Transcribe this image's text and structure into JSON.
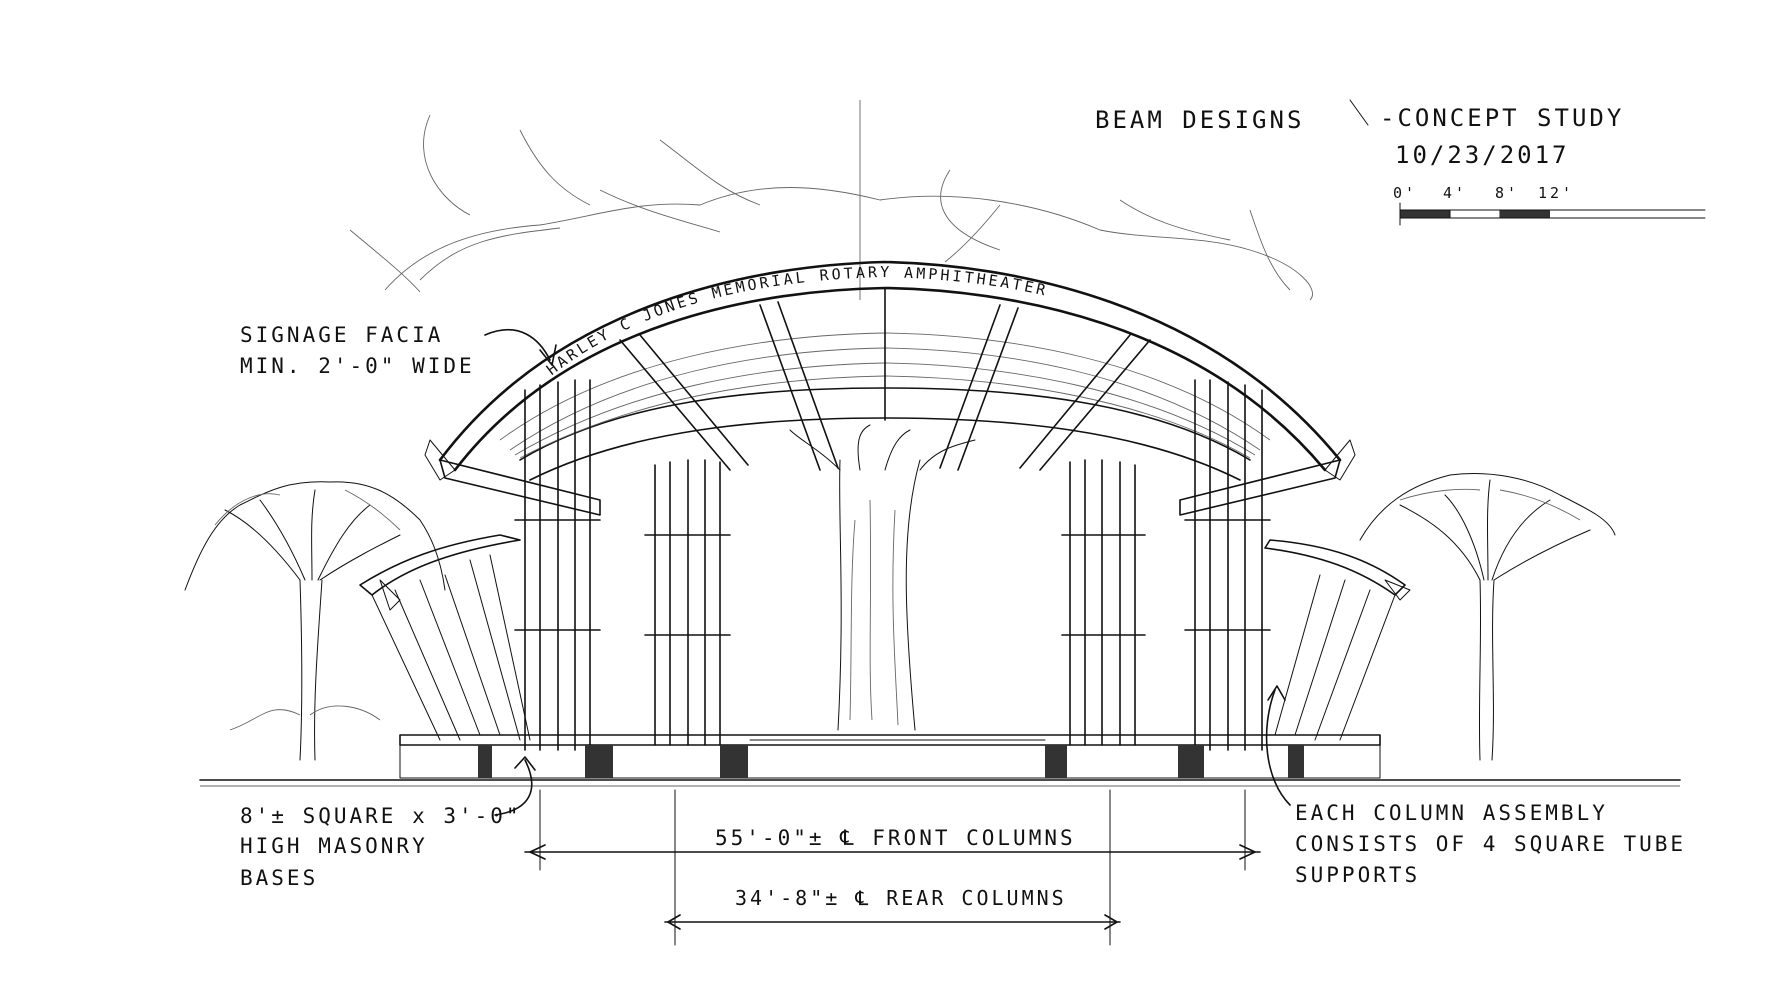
{
  "header": {
    "title": "BEAM DESIGNS",
    "subtitle": "-CONCEPT STUDY",
    "date": "10/23/2017"
  },
  "scale_bar": {
    "labels": [
      "0'",
      "4'",
      "8'",
      "12'"
    ]
  },
  "fascia_sign": "HARLEY C JONES MEMORIAL ROTARY AMPHITHEATER",
  "notes": {
    "signage": [
      "SIGNAGE FACIA",
      "MIN. 2'-0\" WIDE"
    ],
    "bases": [
      "8'± SQUARE x 3'-0\"",
      "HIGH MASONRY",
      "BASES"
    ],
    "columns": [
      "EACH COLUMN ASSEMBLY",
      "CONSISTS OF 4 SQUARE TUBE",
      "SUPPORTS"
    ]
  },
  "dimensions": {
    "front": "55'-0\"± ℄ FRONT COLUMNS",
    "rear": "34'-8\"± ℄ REAR COLUMNS"
  }
}
